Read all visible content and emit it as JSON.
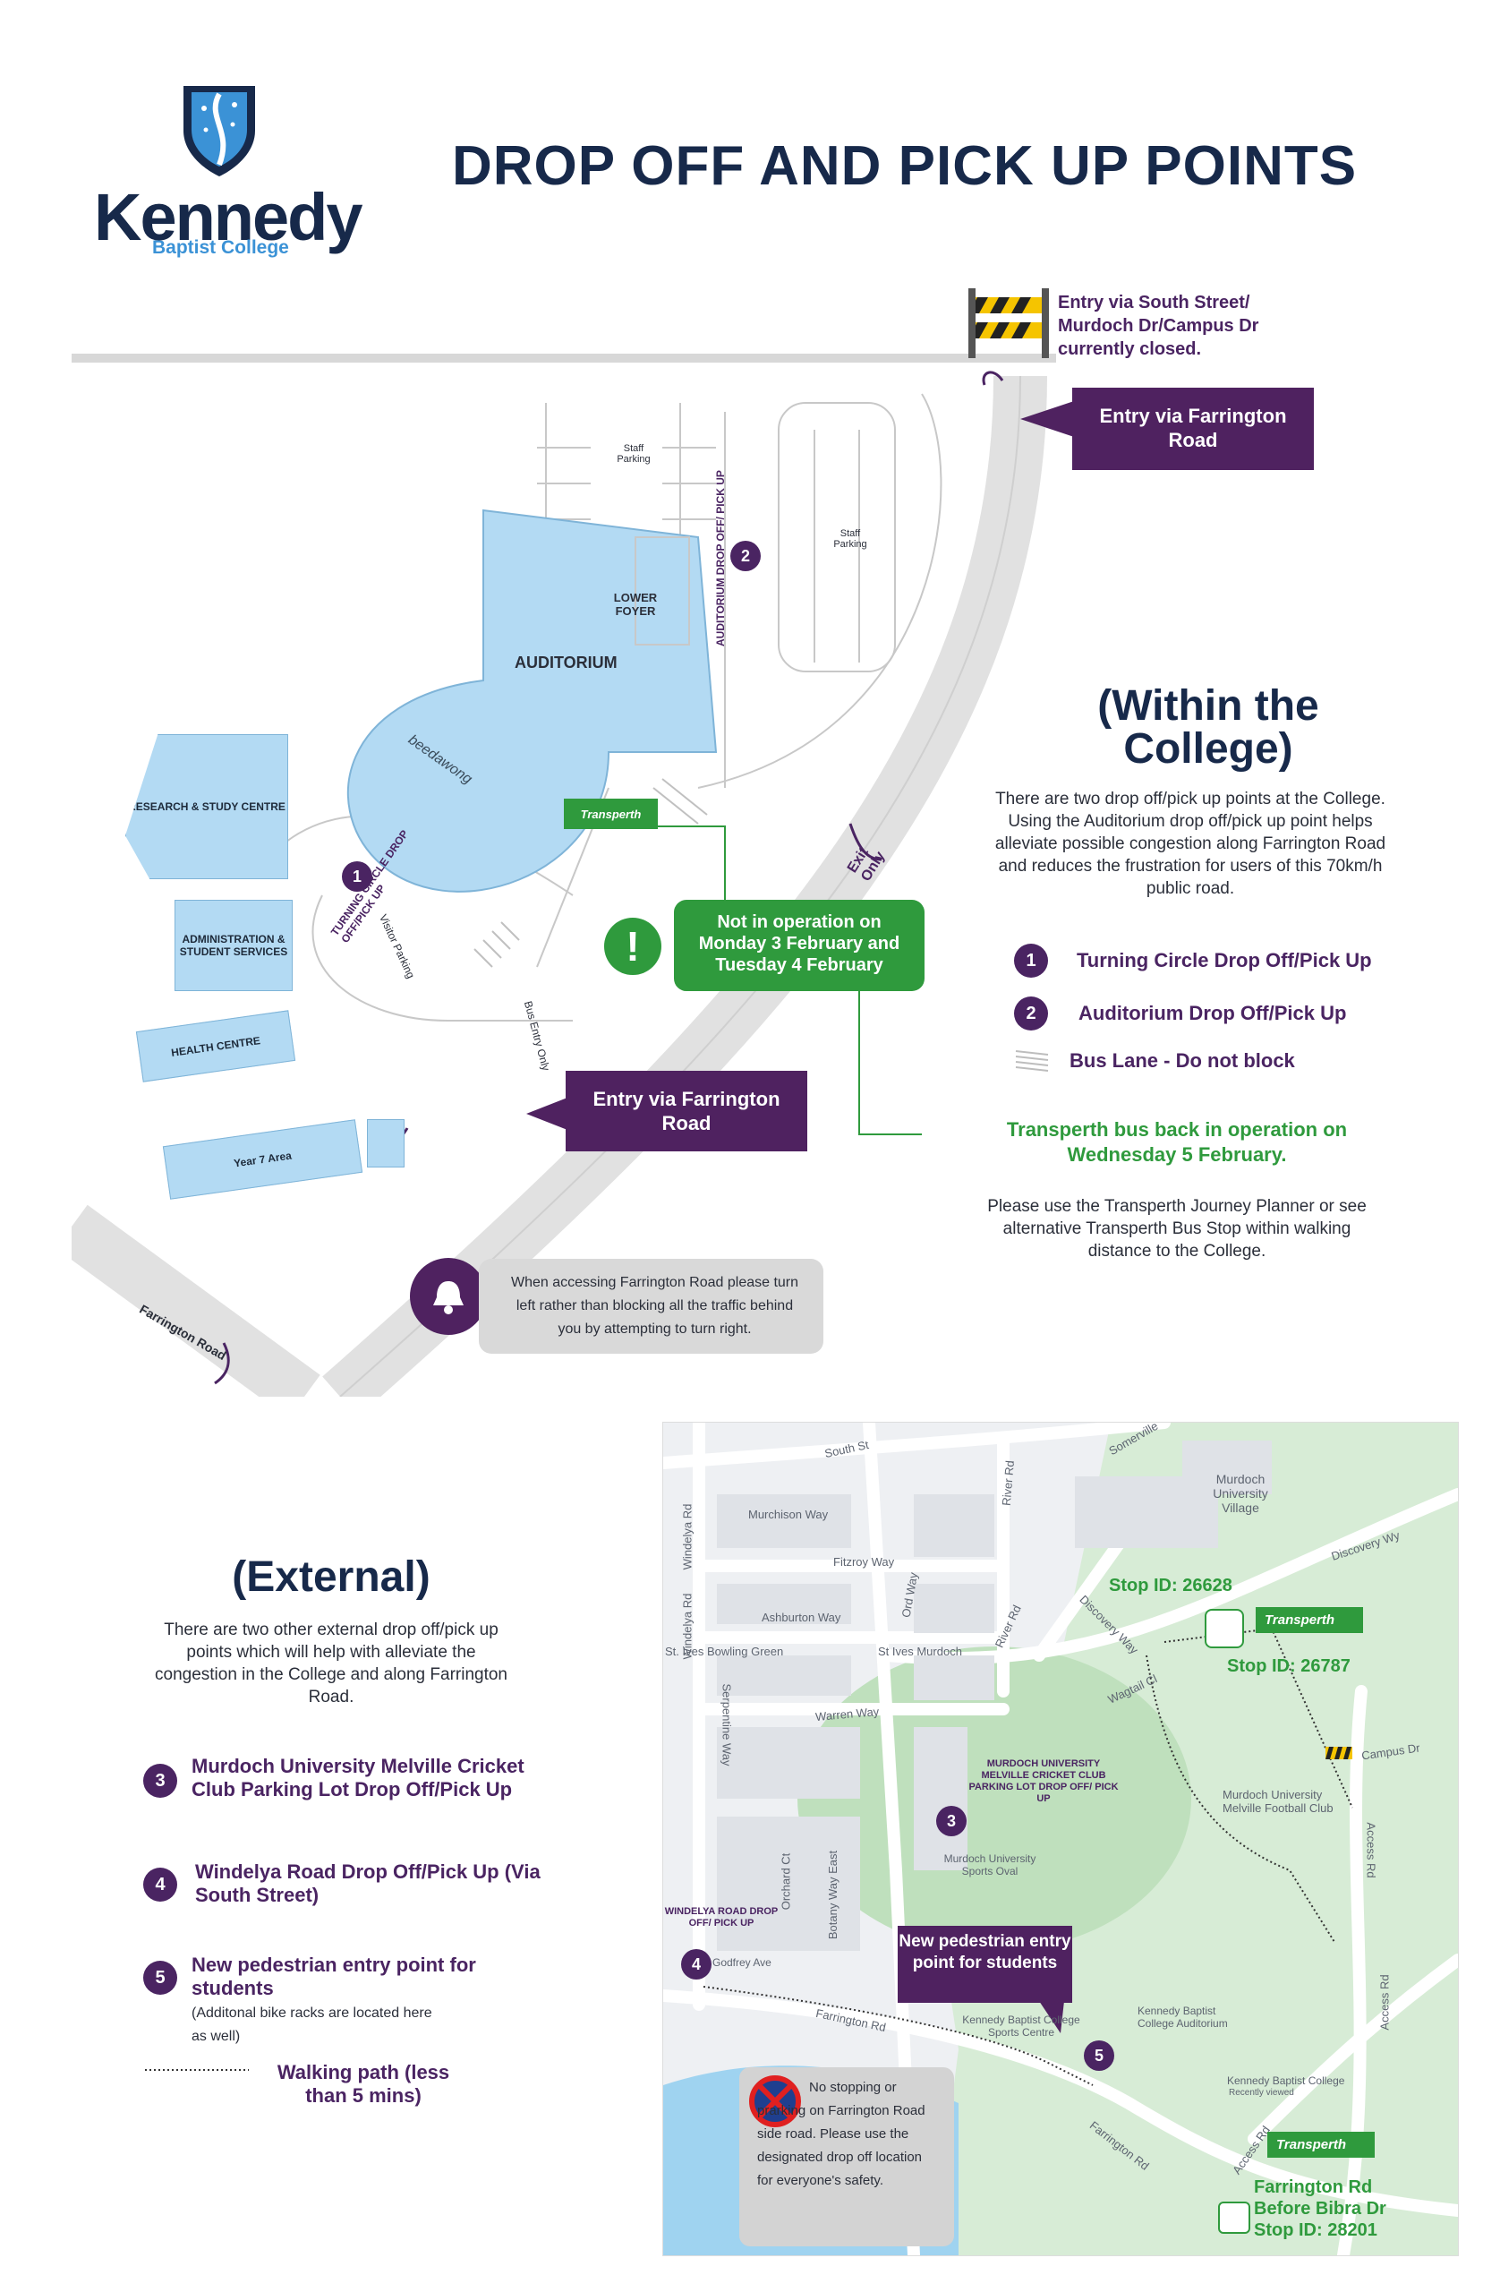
{
  "header": {
    "title": "DROP OFF AND PICK UP POINTS",
    "logo_name": "Kennedy",
    "logo_sub": "Baptist College"
  },
  "site_map": {
    "closed_notice": "Entry via South Street/ Murdoch Dr/Campus Dr currently closed.",
    "entry_farrington_top": "Entry via Farrington Road",
    "entry_farrington_bottom": "Entry via Farrington Road",
    "staff_parking_1": "Staff Parking",
    "staff_parking_2": "Staff Parking",
    "auditorium_lane": "AUDITORIUM DROP OFF/ PICK UP",
    "lower_foyer": "LOWER FOYER",
    "auditorium": "AUDITORIUM",
    "boodja": "beedawong",
    "research": "RESEARCH & STUDY CENTRE",
    "admin": "ADMINISTRATION & STUDENT SERVICES",
    "health": "HEALTH CENTRE",
    "year7": "Year 7 Area",
    "turning_circle": "TURNING CIRCLE DROP OFF/PICK UP",
    "visitor_parking": "Visitor Parking",
    "bus_entry": "Bus Entry Only",
    "exit_only": "Exit Only",
    "transperth": "Transperth",
    "farrington_road": "Farrington Road",
    "not_in_operation": "Not in operation on Monday 3 February and Tuesday 4 February",
    "bell_notice": "When accessing Farrington Road please turn left rather than blocking all the traffic behind you by attempting to turn right."
  },
  "within": {
    "heading": "(Within the College)",
    "text": "There are two drop off/pick up points at the College. Using the Auditorium drop off/pick up point helps alleviate possible congestion along Farrington Road and reduces the frustration for users of this 70km/h public road.",
    "legend": [
      {
        "num": "1",
        "label": "Turning Circle Drop Off/Pick Up"
      },
      {
        "num": "2",
        "label": "Auditorium Drop Off/Pick Up"
      }
    ],
    "bus_lane": "Bus Lane - Do not block",
    "bus_back": "Transperth bus back in operation on Wednesday 5 February.",
    "planner": "Please use the Transperth Journey Planner or see alternative Transperth Bus Stop within walking distance to the College."
  },
  "external": {
    "heading": "(External)",
    "text": "There are two other external drop off/pick up points which will help with alleviate the congestion in the College and along Farrington Road.",
    "legend": [
      {
        "num": "3",
        "label": "Murdoch University Melville Cricket Club Parking Lot Drop Off/Pick Up"
      },
      {
        "num": "4",
        "label": "Windelya Road Drop Off/Pick Up (Via South Street)"
      },
      {
        "num": "5",
        "label": "New pedestrian entry point for students"
      }
    ],
    "bike_note": "(Additonal bike racks are located here as well)",
    "walking_path": "Walking path (less than 5 mins)"
  },
  "area_map": {
    "south_st": "South St",
    "somerville": "Somerville",
    "murdoch_village": "Murdoch University Village",
    "murchison": "Murchison Way",
    "fitzroy": "Fitzroy Way",
    "ashburton": "Ashburton Way",
    "ord": "Ord Way",
    "river_rd": "River Rd",
    "river_rd2": "River Rd",
    "discovery": "Discovery Wy",
    "discovery2": "Discovery Way",
    "windelya": "Windelya Rd",
    "windelya2": "Windelya Rd",
    "bowling": "St. Ives Bowling Green",
    "st_ives": "St Ives Murdoch",
    "warren": "Warren Way",
    "wagtail": "Wagtail Cl",
    "serpentine": "Serpentine Way",
    "orchard": "Orchard Ct",
    "botany": "Botany Way East",
    "stop1": "Stop ID: 26628",
    "stop2": "Stop ID: 26787",
    "campus_dr": "Campus Dr",
    "football": "Murdoch University Melville Football Club",
    "access_rd": "Access Rd",
    "access_rd2": "Access Rd",
    "access_rd3": "Access Rd",
    "murdoch_label": "MURDOCH UNIVERSITY MELVILLE CRICKET CLUB PARKING LOT DROP OFF/ PICK UP",
    "sports_oval": "Murdoch University Sports Oval",
    "windelya_label": "WINDELYA ROAD DROP OFF/ PICK UP",
    "godfrey": "Godfrey Ave",
    "pedestrian": "New pedestrian entry point for students",
    "farrington_rd": "Farrington Rd",
    "farrington_rd2": "Farrington Rd",
    "sports_centre": "Kennedy Baptist College Sports Centre",
    "kbc_auditorium": "Kennedy Baptist College Auditorium",
    "kbc": "Kennedy Baptist College",
    "recently": "Recently viewed",
    "no_stopping": "No stopping or prarking on Farrington Road side road. Please use the designated drop off location for everyone's safety.",
    "transperth": "Transperth",
    "transperth2": "Transperth",
    "bibra_stop": "Farrington Rd Before Bibra Dr Stop ID: 28201",
    "num3": "3",
    "num4": "4",
    "num5": "5"
  },
  "site_nums": {
    "one": "1",
    "two": "2"
  }
}
